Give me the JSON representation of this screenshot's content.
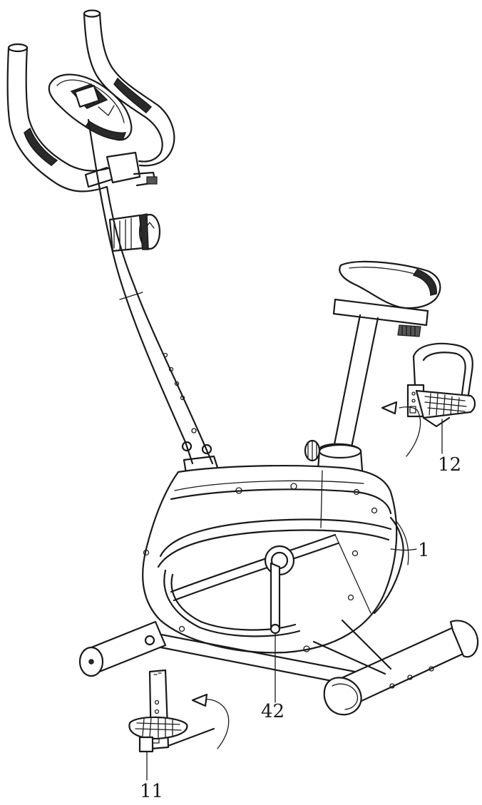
{
  "labels": {
    "frame": "1",
    "left_pedal": "11",
    "right_pedal": "12",
    "crank": "42"
  },
  "colors": {
    "line": "#1a1a1a",
    "background": "#ffffff"
  }
}
